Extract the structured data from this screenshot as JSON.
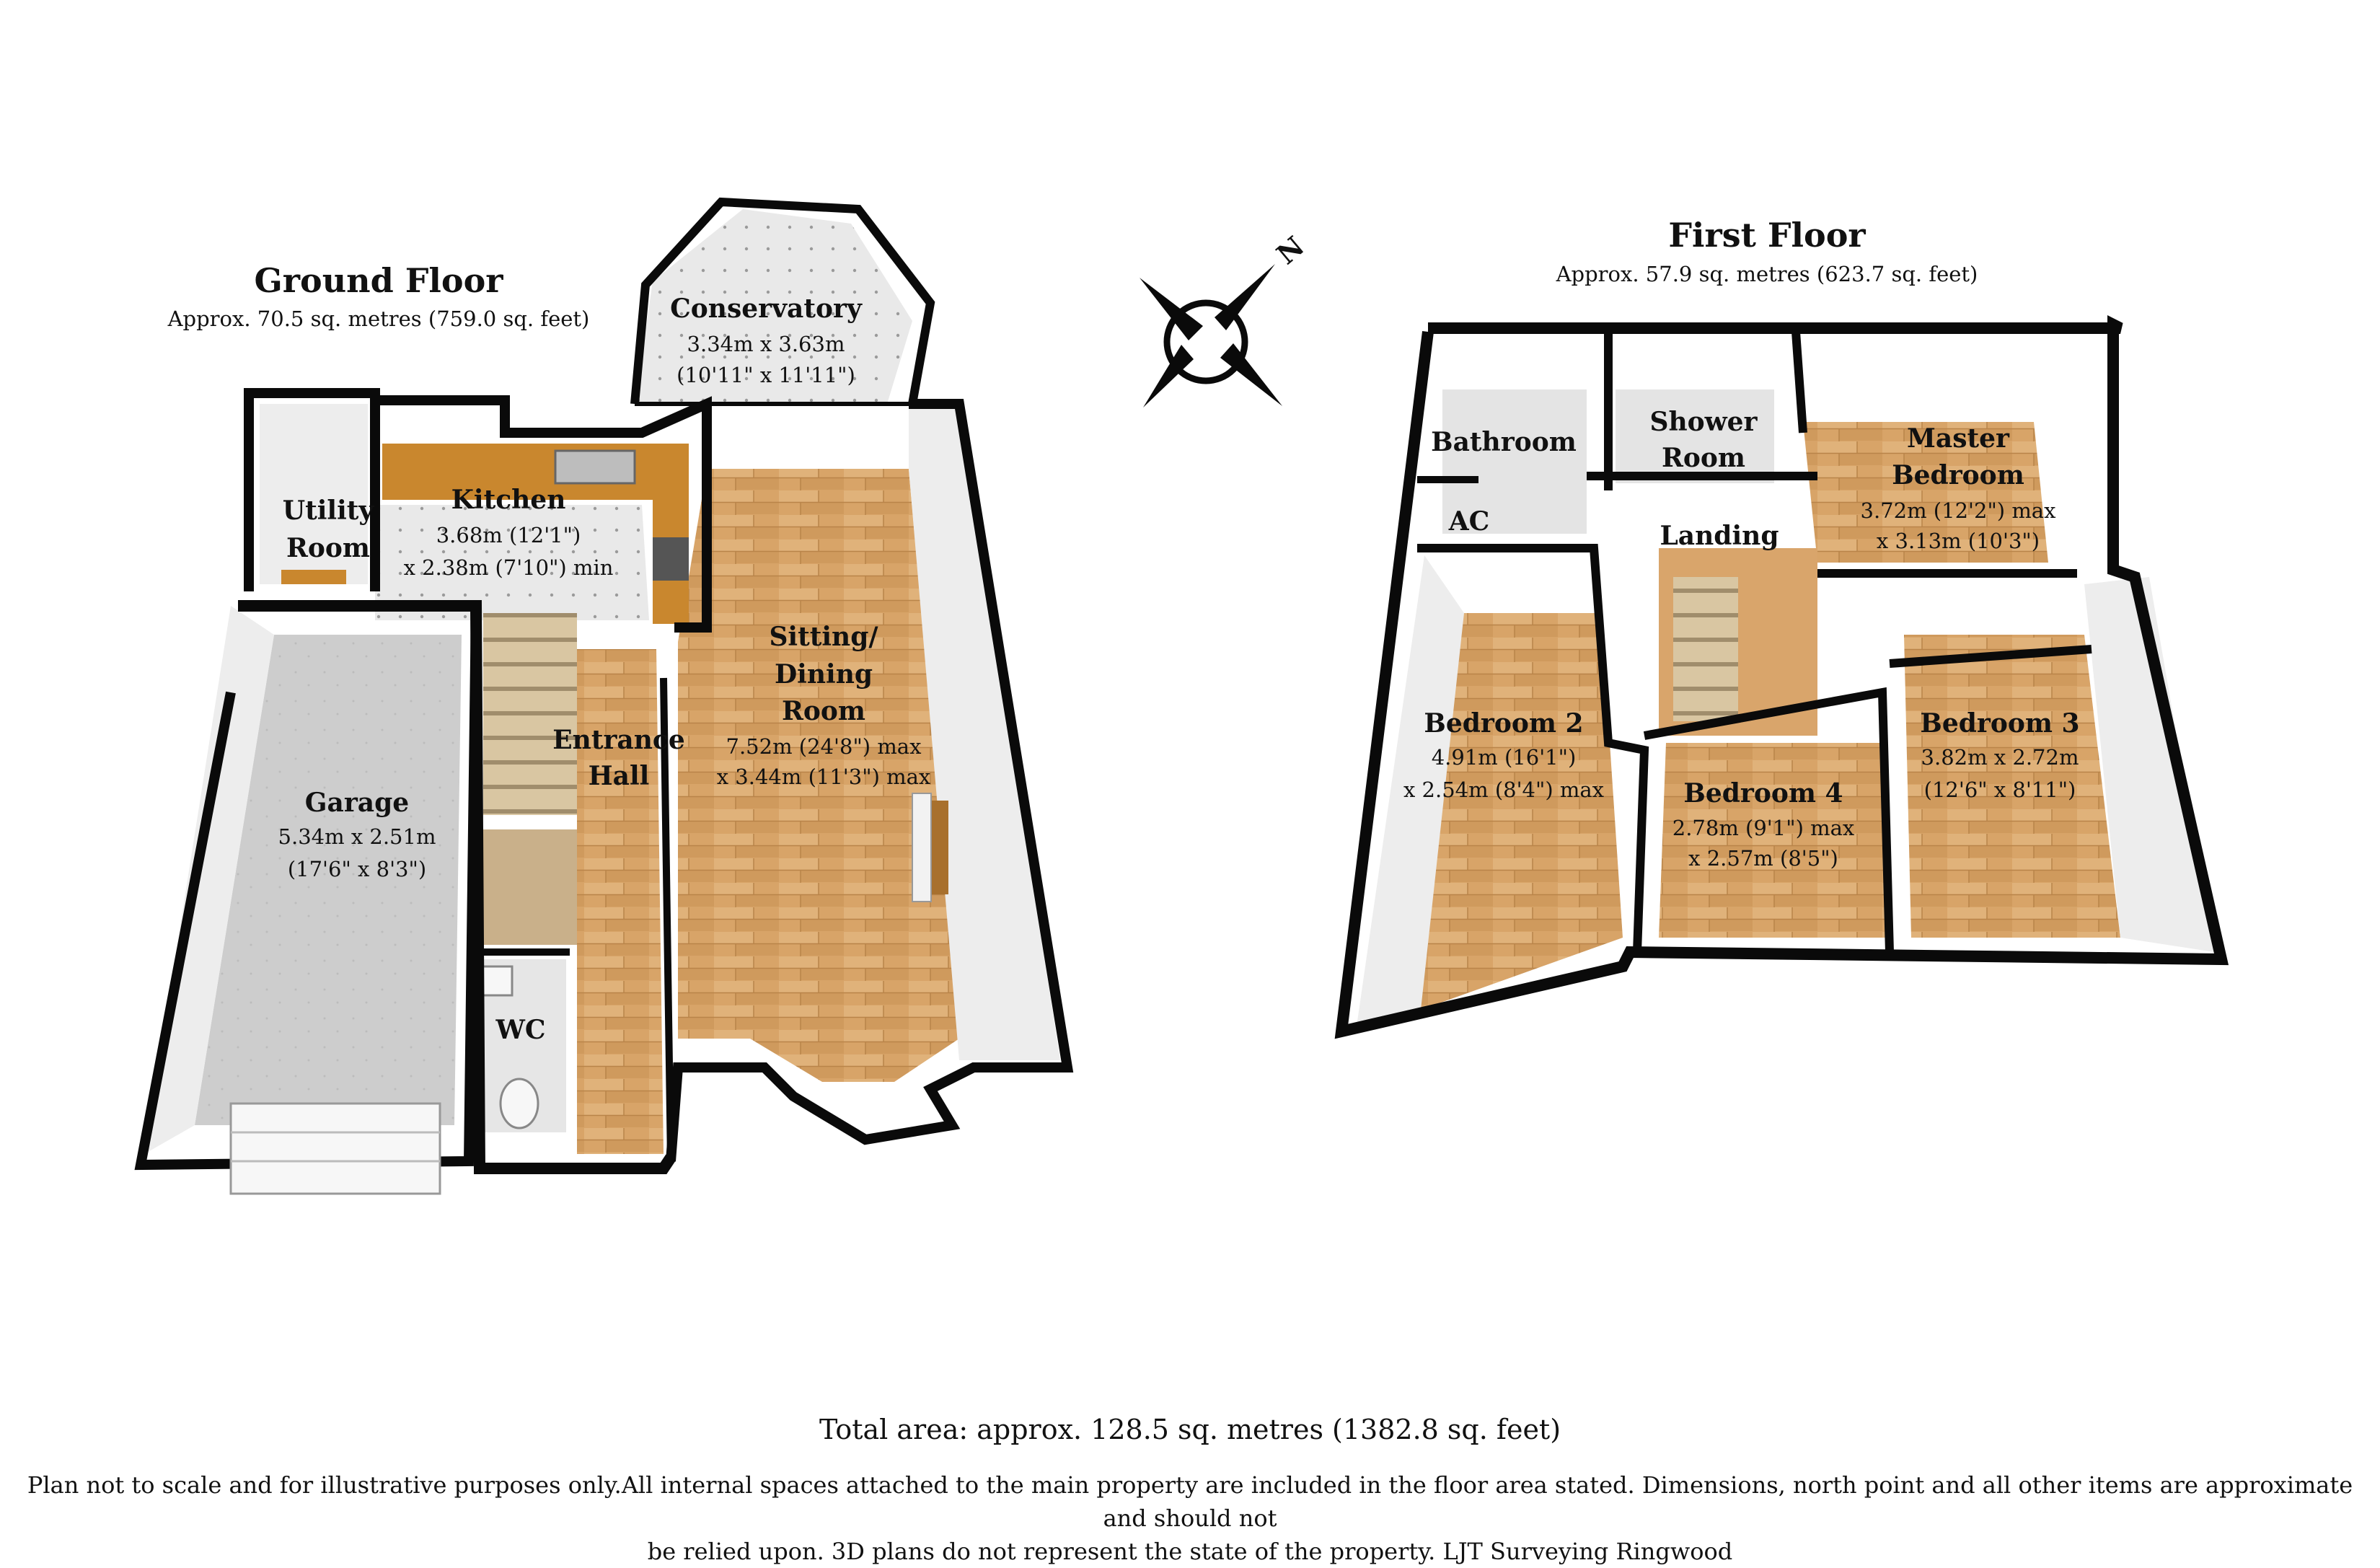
{
  "ground_floor": {
    "title": "Ground Floor",
    "area": "Approx. 70.5 sq. metres (759.0 sq. feet)",
    "rooms": {
      "conservatory": {
        "name": "Conservatory",
        "dim1": "3.34m x 3.63m",
        "dim2": "(10'11\" x 11'11\")"
      },
      "utility": {
        "name1": "Utility",
        "name2": "Room"
      },
      "kitchen": {
        "name": "Kitchen",
        "dim1": "3.68m (12'1\")",
        "dim2": "x 2.38m (7'10\") min"
      },
      "sitting": {
        "name1": "Sitting/",
        "name2": "Dining",
        "name3": "Room",
        "dim1": "7.52m (24'8\") max",
        "dim2": "x 3.44m (11'3\") max"
      },
      "entrance": {
        "name1": "Entrance",
        "name2": "Hall"
      },
      "garage": {
        "name": "Garage",
        "dim1": "5.34m x 2.51m",
        "dim2": "(17'6\" x 8'3\")"
      },
      "wc": {
        "name": "WC"
      }
    }
  },
  "first_floor": {
    "title": "First Floor",
    "area": "Approx. 57.9 sq. metres (623.7 sq. feet)",
    "rooms": {
      "bathroom": {
        "name": "Bathroom"
      },
      "shower": {
        "name1": "Shower",
        "name2": "Room"
      },
      "master": {
        "name1": "Master",
        "name2": "Bedroom",
        "dim1": "3.72m (12'2\") max",
        "dim2": "x 3.13m (10'3\")"
      },
      "ac": {
        "name": "AC"
      },
      "landing": {
        "name": "Landing"
      },
      "bedroom2": {
        "name": "Bedroom 2",
        "dim1": "4.91m (16'1\")",
        "dim2": "x 2.54m (8'4\") max"
      },
      "bedroom3": {
        "name": "Bedroom 3",
        "dim1": "3.82m x 2.72m",
        "dim2": "(12'6\" x 8'11\")"
      },
      "bedroom4": {
        "name": "Bedroom 4",
        "dim1": "2.78m (9'1\") max",
        "dim2": "x 2.57m (8'5\")"
      }
    }
  },
  "compass": {
    "label": "N",
    "icon": "north-compass-icon"
  },
  "total_area": "Total area: approx. 128.5 sq. metres (1382.8 sq. feet)",
  "disclaimer_line1": "Plan not to scale and for illustrative purposes only.All internal spaces attached to the main property are included in the floor area stated. Dimensions, north point and all other items are approximate and should not",
  "disclaimer_line2": "be relied upon. 3D plans do not represent the state of the property. LJT Surveying Ringwood",
  "colors": {
    "wall": "#0a0a0a",
    "wood": "#d9a56b",
    "tile": "#e4e4e4",
    "garage_floor": "#cfcfcf",
    "worktop": "#c9872e"
  }
}
